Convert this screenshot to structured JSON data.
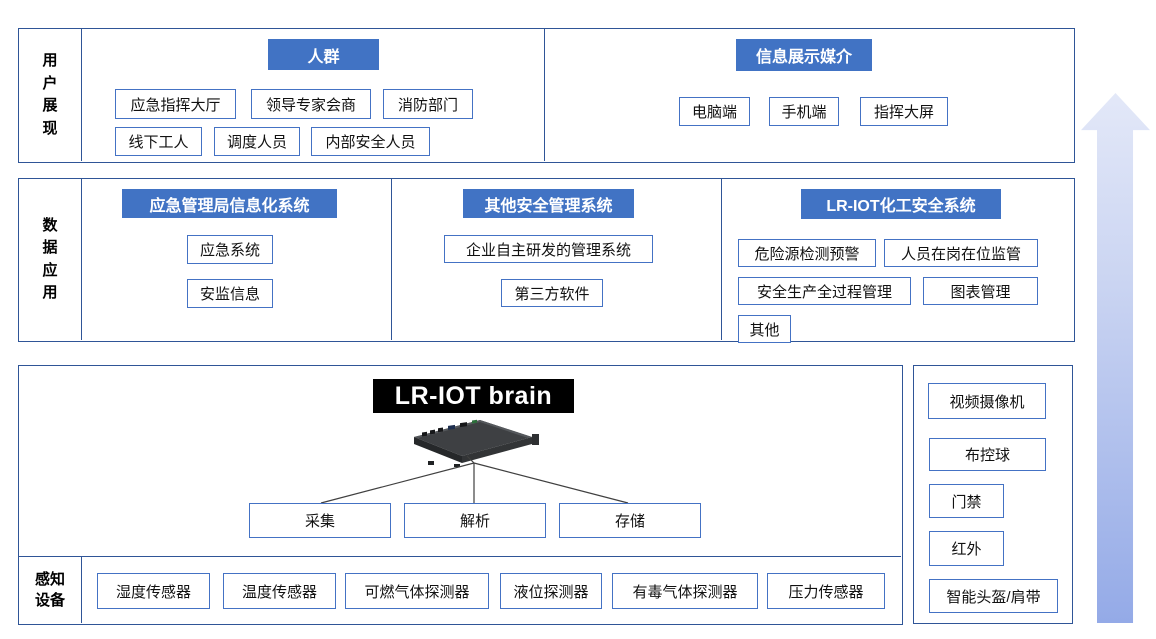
{
  "layers": {
    "user_display": {
      "label": "用户展现",
      "crowd": {
        "header": "人群",
        "items": [
          "应急指挥大厅",
          "领导专家会商",
          "消防部门",
          "线下工人",
          "调度人员",
          "内部安全人员"
        ]
      },
      "media": {
        "header": "信息展示媒介",
        "items": [
          "电脑端",
          "手机端",
          "指挥大屏"
        ]
      }
    },
    "data_application": {
      "label": "数据应用",
      "columns": [
        {
          "header": "应急管理局信息化系统",
          "items": [
            "应急系统",
            "安监信息"
          ]
        },
        {
          "header": "其他安全管理系统",
          "items": [
            "企业自主研发的管理系统",
            "第三方软件"
          ]
        },
        {
          "header": "LR-IOT化工安全系统",
          "items": [
            "危险源检测预警",
            "人员在岗在位监管",
            "安全生产全过程管理",
            "图表管理",
            "其他"
          ]
        }
      ]
    },
    "platform": {
      "brain_title": "LR-IOT brain",
      "functions": [
        "采集",
        "解析",
        "存储"
      ],
      "sensing": {
        "label": "感知设备",
        "items": [
          "湿度传感器",
          "温度传感器",
          "可燃气体探测器",
          "液位探测器",
          "有毒气体探测器",
          "压力传感器"
        ]
      }
    },
    "video_devices": {
      "items": [
        "视频摄像机",
        "布控球",
        "门禁",
        "红外",
        "智能头盔/肩带"
      ]
    }
  },
  "colors": {
    "header_blue": "#4173C4",
    "box_border": "#4472C4",
    "section_border": "#2F5597",
    "brain_bg": "#000000",
    "arrow_top": "#E3E8F8",
    "arrow_bottom": "#94AAE7",
    "line": "#404040"
  }
}
